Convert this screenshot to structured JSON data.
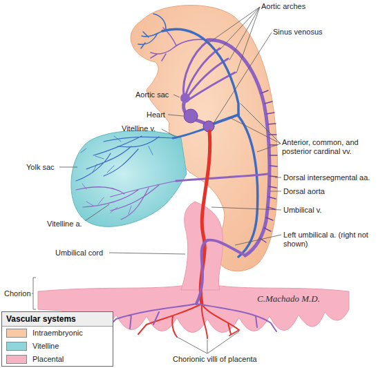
{
  "diagram": {
    "labels": [
      "Aortic arches",
      "Sinus venosus",
      "Aortic sac",
      "Heart",
      "Vitelline v.",
      "Anterior, common, and posterior cardinal vv.",
      "Yolk sac",
      "Dorsal intersegmental aa.",
      "Dorsal aorta",
      "Umbilical v.",
      "Vitelline a.",
      "Left umbilical a. (right not shown)",
      "Umbilical cord",
      "Chorion",
      "C.Machado M.D.",
      "Chorionic villi of placenta",
      "Vascular systems"
    ],
    "legend": [
      {
        "text": "Intraembryonic",
        "color": "#f9c9a6"
      },
      {
        "text": "Vitelline",
        "color": "#8fd6da"
      },
      {
        "text": "Placental",
        "color": "#f7b3c3"
      }
    ]
  }
}
